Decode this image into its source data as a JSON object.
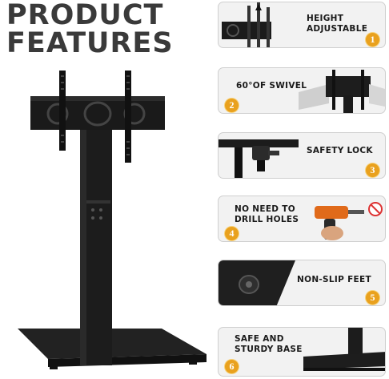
{
  "headline": {
    "line1": "PRODUCT",
    "line2": "FEATURES"
  },
  "features": [
    {
      "label": "HEIGHT ADJUSTABLE",
      "line1": "HEIGHT",
      "line2": "ADJUSTABLE",
      "badge": "1"
    },
    {
      "label": "60°OF SWIVEL",
      "line1": "60°OF SWIVEL",
      "badge": "2"
    },
    {
      "label": "SAFETY LOCK",
      "line1": "SAFETY LOCK",
      "badge": "3"
    },
    {
      "label": "NO NEED TO DRILL HOLES",
      "line1": "NO NEED TO",
      "line2": "DRILL HOLES",
      "badge": "4"
    },
    {
      "label": "NON-SLIP FEET",
      "line1": "NON-SLIP FEET",
      "badge": "5"
    },
    {
      "label": "SAFE AND STURDY BASE",
      "line1": "SAFE AND",
      "line2": "STURDY BASE",
      "badge": "6"
    }
  ],
  "colors": {
    "headline": "#3a3a3a",
    "badge": "#e9a11e",
    "stand": "#1c1c1c",
    "card_bg": "#f2f2f2",
    "drill": "#e06a1a"
  }
}
